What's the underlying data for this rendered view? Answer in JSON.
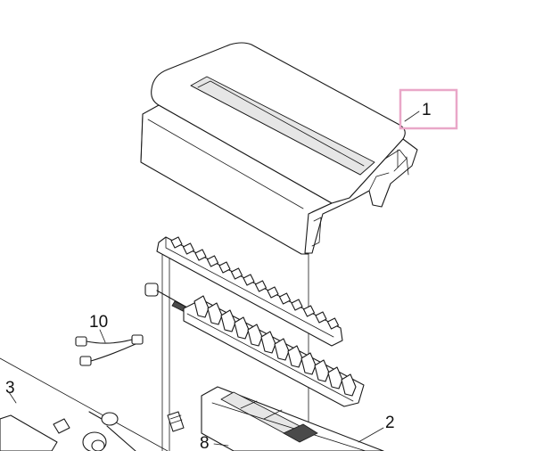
{
  "diagram": {
    "callouts": [
      {
        "id": "1",
        "label": "1",
        "highlighted": true
      },
      {
        "id": "2",
        "label": "2",
        "highlighted": false
      },
      {
        "id": "3",
        "label": "3",
        "highlighted": false
      },
      {
        "id": "8",
        "label": "8",
        "highlighted": false
      },
      {
        "id": "10",
        "label": "10",
        "highlighted": false
      }
    ],
    "colors": {
      "line": "#1a1a1a",
      "highlight": "#e9a7c8",
      "background": "#ffffff"
    }
  }
}
